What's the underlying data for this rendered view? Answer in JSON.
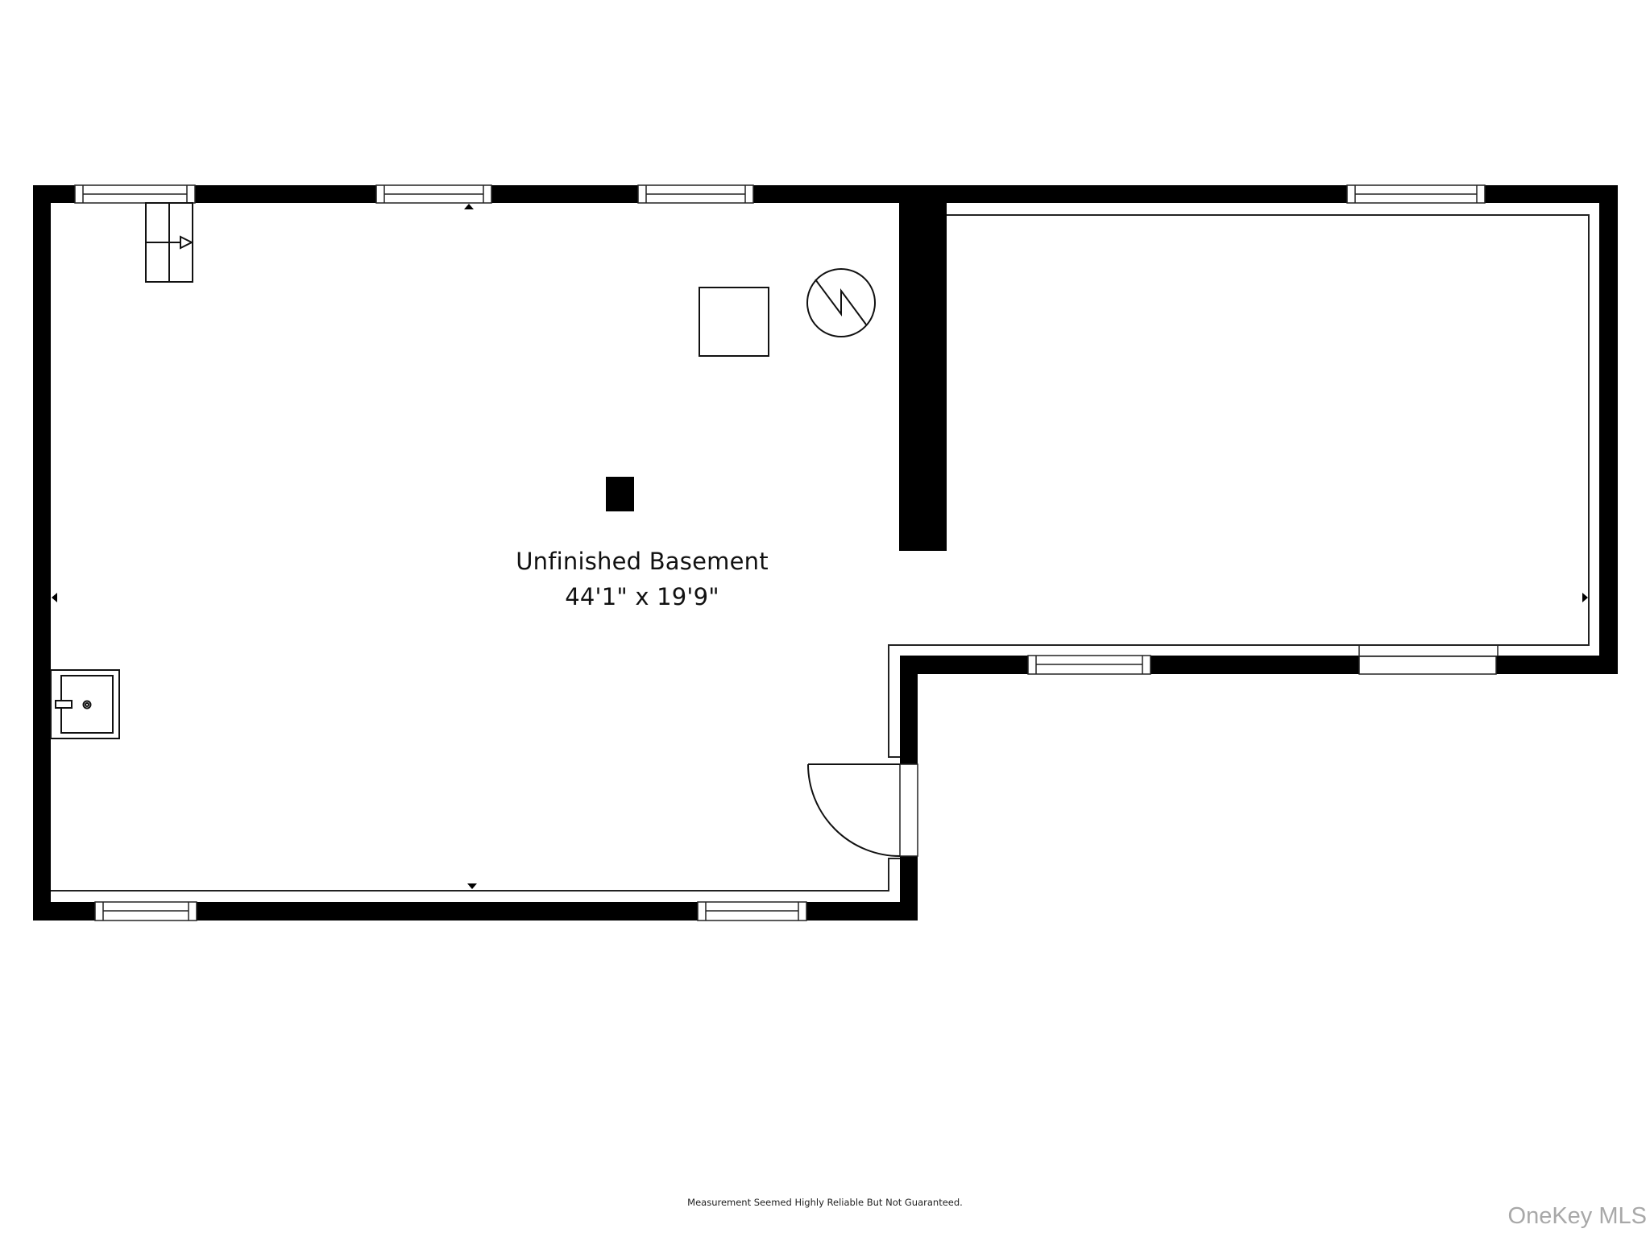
{
  "floor_plan": {
    "room": {
      "name": "Unfinished Basement",
      "dimensions": "44'1\" x 19'9\""
    },
    "fixtures": [
      {
        "type": "stairs-icon",
        "label": ""
      },
      {
        "type": "furnace-icon",
        "label": ""
      },
      {
        "type": "water-heater-icon",
        "label": ""
      },
      {
        "type": "column-icon",
        "label": ""
      },
      {
        "type": "sink-icon",
        "label": ""
      },
      {
        "type": "door-icon",
        "label": ""
      }
    ],
    "colors": {
      "wall": "#000000",
      "background": "#ffffff",
      "window_fill": "#ffffff",
      "line": "#222222",
      "watermark": "#a8a8a8"
    }
  },
  "footer": {
    "disclaimer": "Measurement Seemed Highly Reliable But Not Guaranteed.",
    "watermark": "OneKey MLS"
  }
}
